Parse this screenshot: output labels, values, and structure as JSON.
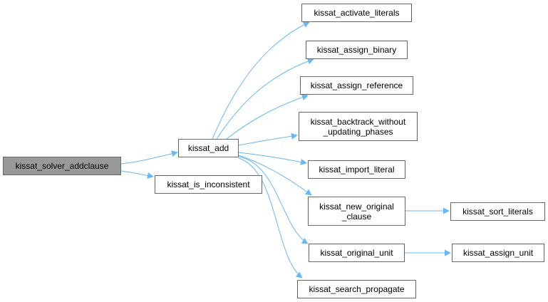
{
  "graph": {
    "edge_color": "#63b8ff",
    "root_fill": "#999999",
    "nodes": {
      "solver_addclause": "kissat_solver_addclause",
      "add": "kissat_add",
      "is_inconsistent": "kissat_is_inconsistent",
      "activate_literals": "kissat_activate_literals",
      "assign_binary": "kissat_assign_binary",
      "assign_reference": "kissat_assign_reference",
      "backtrack_without_updating_phases": "kissat_backtrack_without\n_updating_phases",
      "import_literal": "kissat_import_literal",
      "new_original_clause": "kissat_new_original\n_clause",
      "sort_literals": "kissat_sort_literals",
      "original_unit": "kissat_original_unit",
      "assign_unit": "kissat_assign_unit",
      "search_propagate": "kissat_search_propagate"
    },
    "edges": [
      [
        "solver_addclause",
        "add"
      ],
      [
        "solver_addclause",
        "is_inconsistent"
      ],
      [
        "add",
        "activate_literals"
      ],
      [
        "add",
        "assign_binary"
      ],
      [
        "add",
        "assign_reference"
      ],
      [
        "add",
        "backtrack_without_updating_phases"
      ],
      [
        "add",
        "import_literal"
      ],
      [
        "add",
        "new_original_clause"
      ],
      [
        "add",
        "original_unit"
      ],
      [
        "add",
        "search_propagate"
      ],
      [
        "new_original_clause",
        "sort_literals"
      ],
      [
        "original_unit",
        "assign_unit"
      ]
    ]
  }
}
